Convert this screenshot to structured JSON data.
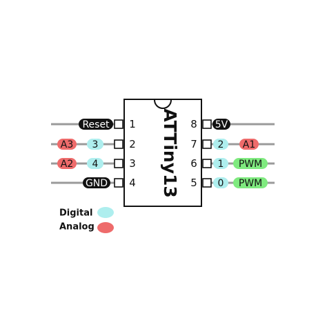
{
  "chip": {
    "name": "ATTiny13"
  },
  "pins_left": [
    {
      "number": "1",
      "labels": [
        {
          "text": "Reset",
          "kind": "black"
        }
      ]
    },
    {
      "number": "2",
      "labels": [
        {
          "text": "A3",
          "kind": "analog"
        },
        {
          "text": "3",
          "kind": "digital"
        }
      ]
    },
    {
      "number": "3",
      "labels": [
        {
          "text": "A2",
          "kind": "analog"
        },
        {
          "text": "4",
          "kind": "digital"
        }
      ]
    },
    {
      "number": "4",
      "labels": [
        {
          "text": "GND",
          "kind": "black"
        }
      ]
    }
  ],
  "pins_right": [
    {
      "number": "8",
      "labels": [
        {
          "text": "5V",
          "kind": "black"
        }
      ]
    },
    {
      "number": "7",
      "labels": [
        {
          "text": "2",
          "kind": "digital"
        },
        {
          "text": "A1",
          "kind": "analog"
        }
      ]
    },
    {
      "number": "6",
      "labels": [
        {
          "text": "1",
          "kind": "digital"
        },
        {
          "text": "PWM",
          "kind": "pwm"
        }
      ]
    },
    {
      "number": "5",
      "labels": [
        {
          "text": "0",
          "kind": "digital"
        },
        {
          "text": "PWM",
          "kind": "pwm"
        }
      ]
    }
  ],
  "legend": [
    {
      "text": "Digital",
      "kind": "digital"
    },
    {
      "text": "Analog",
      "kind": "analog"
    }
  ],
  "colors": {
    "digital": "#aeeeee",
    "analog": "#ee6b6b",
    "pwm": "#7fea7f",
    "black": "#111111",
    "wire": "#9a9a9a",
    "chip_stroke": "#111111"
  }
}
